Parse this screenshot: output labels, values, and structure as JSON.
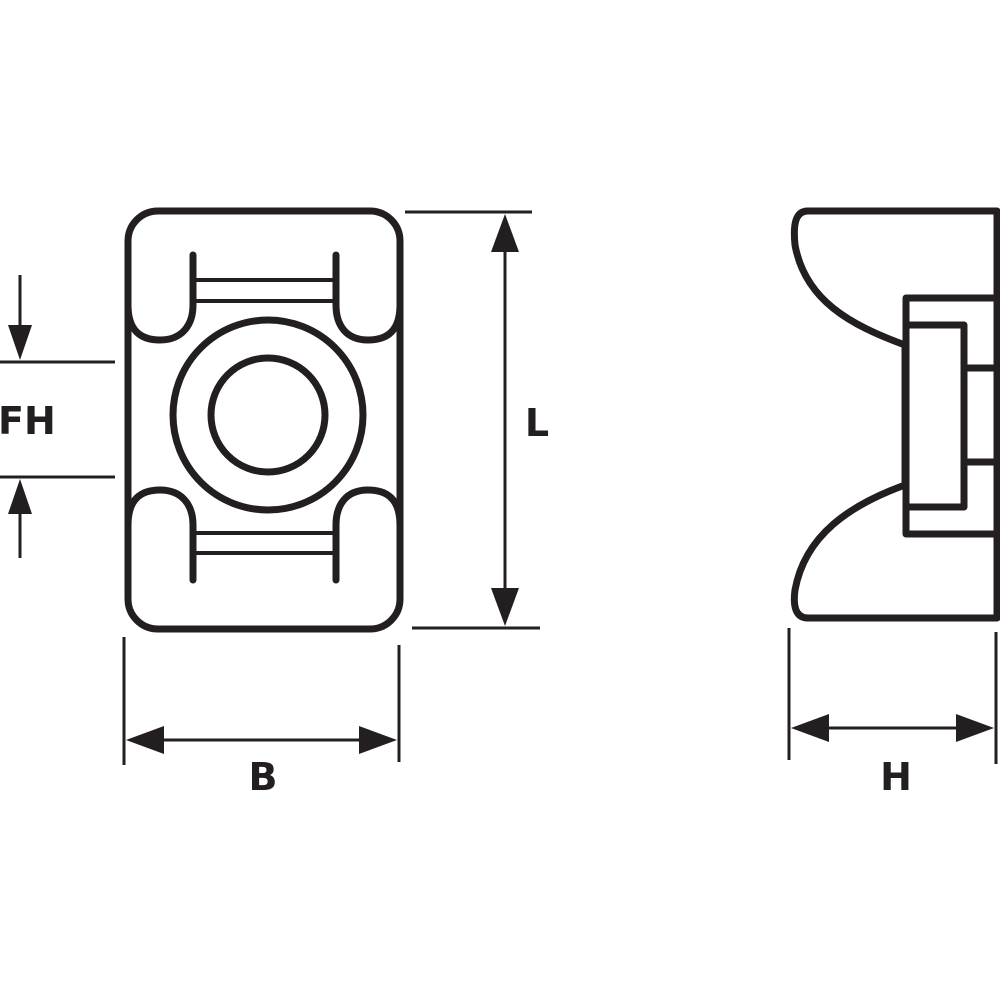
{
  "labels": {
    "fh": "FH",
    "l": "L",
    "b": "B",
    "h": "H"
  },
  "colors": {
    "ink": "#231f20",
    "background": "#ffffff"
  }
}
